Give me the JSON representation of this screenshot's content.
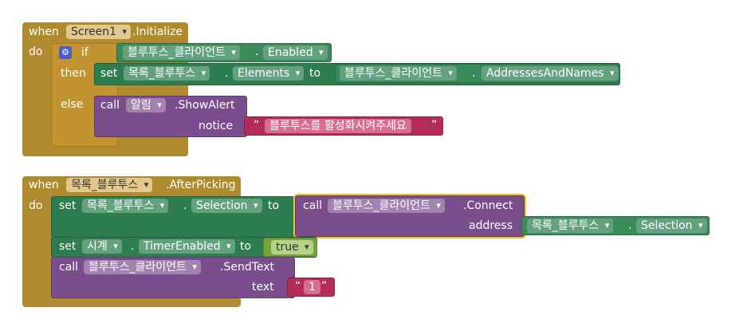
{
  "block1": {
    "when": "when",
    "component": "Screen1",
    "event": ".Initialize",
    "do": "do",
    "if_block": {
      "gear_icon": "gear-icon",
      "if": "if",
      "then": "then",
      "else": "else",
      "cond_component": "블루투스_클라이언트",
      "cond_dot": ".",
      "cond_prop": "Enabled"
    },
    "set1": {
      "set": "set",
      "component": "목록_블루투스",
      "dot": ".",
      "prop": "Elements",
      "to": "to",
      "value_component": "블루투스_클라이언트",
      "value_dot": ".",
      "value_prop": "AddressesAndNames"
    },
    "call1": {
      "call": "call",
      "component": "알림",
      "method": ".ShowAlert",
      "arg_name": "notice",
      "open_quote": "“",
      "text": "블루투스를 활성화시켜주세요",
      "close_quote": "”"
    }
  },
  "block2": {
    "when": "when",
    "component": "목록_블루투스",
    "event": ".AfterPicking",
    "do": "do",
    "set1": {
      "set": "set",
      "component": "목록_블루투스",
      "dot": ".",
      "prop": "Selection",
      "to": "to",
      "call": "call",
      "call_component": "블루투스_클라이언트",
      "call_method": ".Connect",
      "arg_name": "address",
      "arg_component": "목록_블루투스",
      "arg_dot": ".",
      "arg_prop": "Selection"
    },
    "set2": {
      "set": "set",
      "component": "시계",
      "dot": ".",
      "prop": "TimerEnabled",
      "to": "to",
      "value": "true"
    },
    "call2": {
      "call": "call",
      "component": "블루투스_클라이언트",
      "method": ".SendText",
      "arg_name": "text",
      "open_quote": "“",
      "text": "1",
      "close_quote": "”"
    }
  },
  "colors": {
    "event": "#b08a2e",
    "control": "#c29431",
    "component_green": "#2e7d4f",
    "call_purple": "#7a4d8c",
    "text_pink": "#b12c5b",
    "logic_lime": "#73a53a",
    "selected_outline": "#f5c518"
  }
}
